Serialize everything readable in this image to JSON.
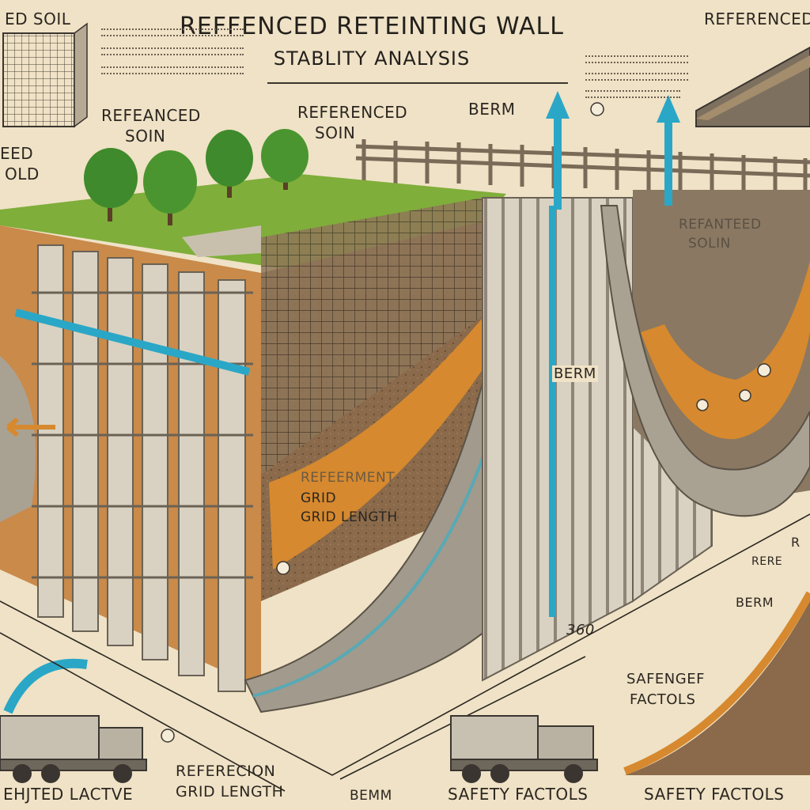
{
  "title": {
    "line1": "REFFENCED   RETEINTING WALL",
    "line2": "STABLITY ANALYSIS"
  },
  "labels": {
    "top_left": "ED SOIL",
    "top_right": "REFERENCED",
    "referenced_soil_1": "REFEANCED",
    "referenced_soil_2": "SOIN",
    "referenced_soil_3": "REFERENCED",
    "referenced_soil_4": "SOIN",
    "berm_top": "BERM",
    "left_side_1": "EED",
    "left_side_2": "OLD",
    "retained_soil_1": "REFANTEED",
    "retained_soil_2": "SOLIN",
    "berm_middle": "BERM",
    "grid_1": "REFEERMENT",
    "grid_2": "GRID",
    "grid_3": "GRID LENGTH",
    "berm_right": "BERM",
    "dimension": "360",
    "safety_1": "SAFENGEF",
    "safety_2": "FACTOLS",
    "bottom_1": "EHJTED LACTVE",
    "bottom_2a": "REFERECION",
    "bottom_2b": "GRID LENGTH",
    "bottom_3": "BEMM",
    "bottom_4": "SAFETY FACTOLS",
    "bottom_5": "SAFETY FACTOLS",
    "right_small": "R",
    "right_small_2": "RERE"
  },
  "colors": {
    "background": "#efe2c6",
    "grass": "#7fae3a",
    "soil_orange": "#d6892e",
    "soil_brown": "#8a6a4a",
    "concrete": "#d9d2c2",
    "water_arrow": "#2aa7c6"
  }
}
